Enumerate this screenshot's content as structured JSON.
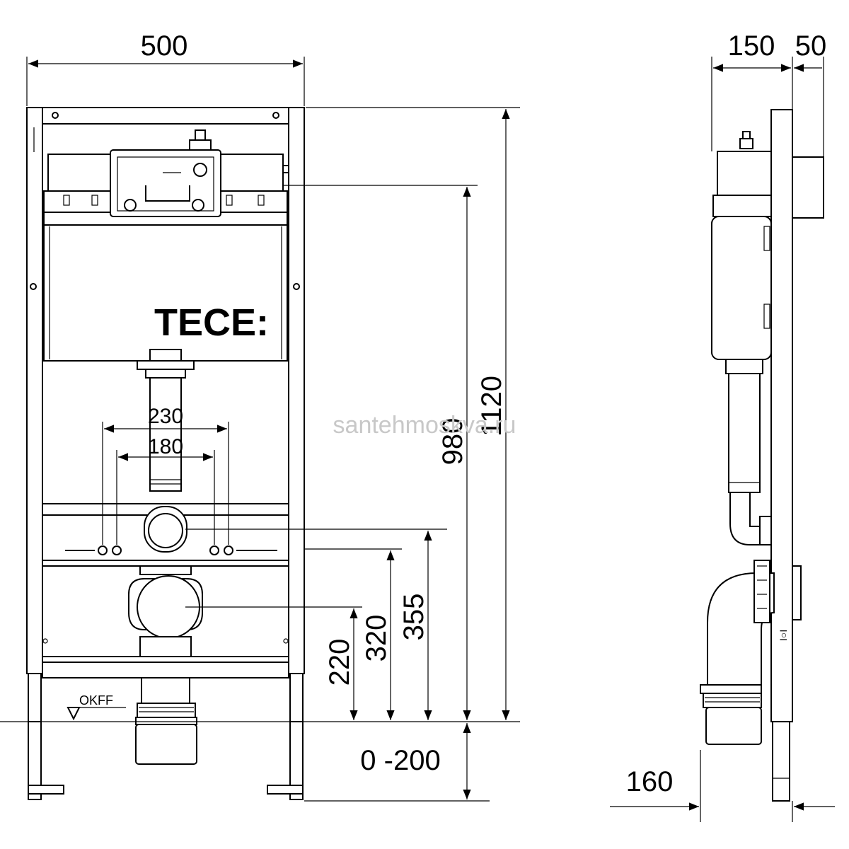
{
  "front_view": {
    "width_dim": "500",
    "brand_logo": "TECE:",
    "flush_pipe_spacing_outer": "230",
    "flush_pipe_spacing_inner": "180",
    "height_total": "1120",
    "height_cistern": "980",
    "height_355": "355",
    "height_320": "320",
    "height_220": "220",
    "floor_adjust": "0 -200",
    "floor_marker": "OKFF"
  },
  "side_view": {
    "depth_frame": "150",
    "depth_panel": "50",
    "depth_bottom": "160"
  },
  "watermark": "santehmoskva.ru"
}
